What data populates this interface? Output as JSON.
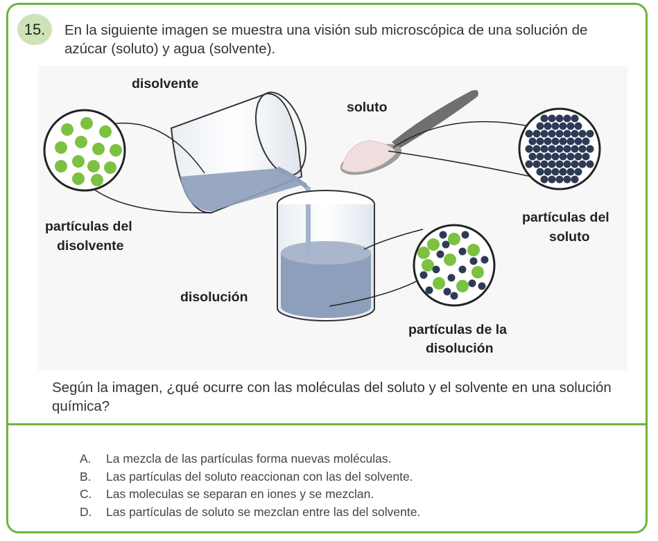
{
  "question": {
    "number": "15.",
    "intro": "En la siguiente imagen se muestra una visión sub microscópica de una solución de azúcar (soluto) y agua (solvente).",
    "prompt": "Según la imagen, ¿qué ocurre con las moléculas del soluto y el solvente en una solución química?"
  },
  "figure": {
    "label_disolvente": "disolvente",
    "label_soluto": "soluto",
    "label_particulas_disolvente_1": "partículas del",
    "label_particulas_disolvente_2": "disolvente",
    "label_particulas_soluto_1": "partículas del",
    "label_particulas_soluto_2": "soluto",
    "label_disolucion": "disolución",
    "label_particulas_disolucion_1": "partículas de la",
    "label_particulas_disolucion_2": "disolución"
  },
  "options": [
    {
      "letter": "A.",
      "text": "La mezcla de las partículas forma nuevas moléculas."
    },
    {
      "letter": "B.",
      "text": "Las partículas del soluto reaccionan con las del solvente."
    },
    {
      "letter": "C.",
      "text": "Las moleculas se separan en iones y se mezclan."
    },
    {
      "letter": "D.",
      "text": "Las partículas de soluto se mezclan entre las del solvente."
    }
  ],
  "colors": {
    "accent_green": "#6db33f",
    "solvent_particle": "#7dc142",
    "solute_particle": "#2e3a56",
    "liquid": "#8e9fbb"
  }
}
